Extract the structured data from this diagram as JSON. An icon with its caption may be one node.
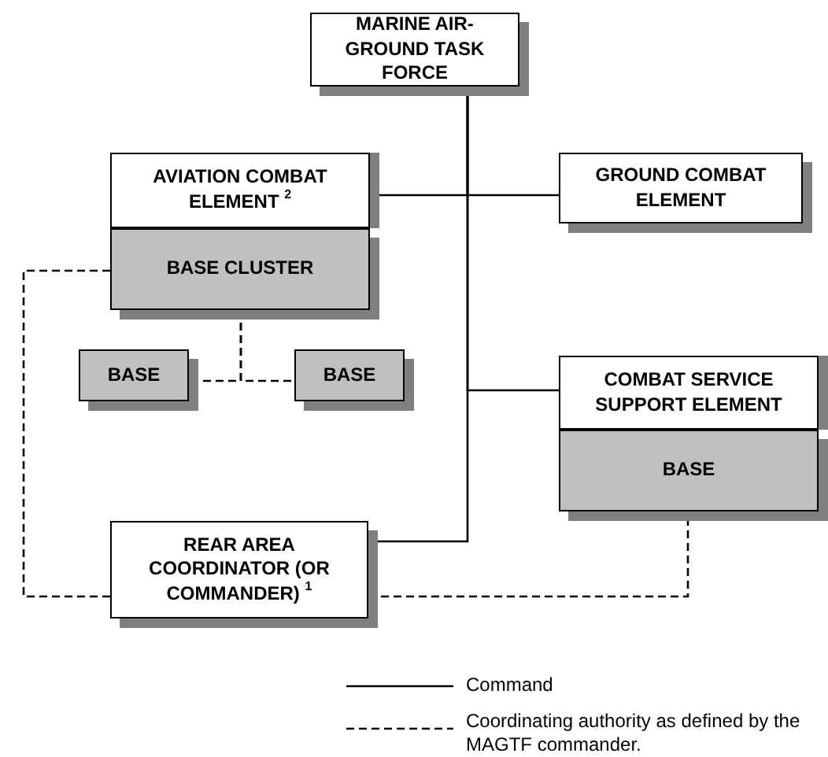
{
  "diagram": {
    "nodes": [
      {
        "text": [
          "MARINE AIR-GROUND TASK FORCE"
        ]
      },
      {
        "text": [
          "AVIATION COMBAT ELEMENT $^{2}$"
        ]
      },
      {
        "text": [
          "BASE CLUSTER"
        ]
      },
      {
        "text": [
          "GROUND COMBAT ELEMENT"
        ]
      },
      {
        "text": [
          "BASE"
        ]
      },
      {
        "text": [
          "BASE"
        ]
      },
      {
        "text": [
          "COMBAT SERVICE SUPPORT ELEMENT"
        ]
      },
      {
        "text": [
          "BASE"
        ]
      },
      {
        "text": [
          "REAR AREA COORDINATOR (OR COMMANDER) $^{1}$"
        ]
      }
    ],
    "edges": [
      {
        "from": 0,
        "to": 1,
        "arrow": "none"
      },
      {
        "from": 0,
        "to": 3,
        "arrow": "none"
      },
      {
        "from": 0,
        "to": 6,
        "arrow": "none"
      },
      {
        "from": 0,
        "to": 8,
        "arrow": "none"
      },
      {
        "from": 2,
        "to": 4,
        "arrow": "none",
        "style": "dashed"
      },
      {
        "from": 2,
        "to": 5,
        "arrow": "none",
        "style": "dashed"
      },
      {
        "from": 2,
        "to": 8,
        "arrow": "none",
        "style": "dashed"
      },
      {
        "from": 8,
        "to": 7,
        "arrow": "none",
        "style": "dashed"
      }
    ],
    "legend": [
      {
        "text": "Command"
      },
      {
        "text": "Coordinating authority as defined by the MAGTF commander."
      }
    ]
  }
}
